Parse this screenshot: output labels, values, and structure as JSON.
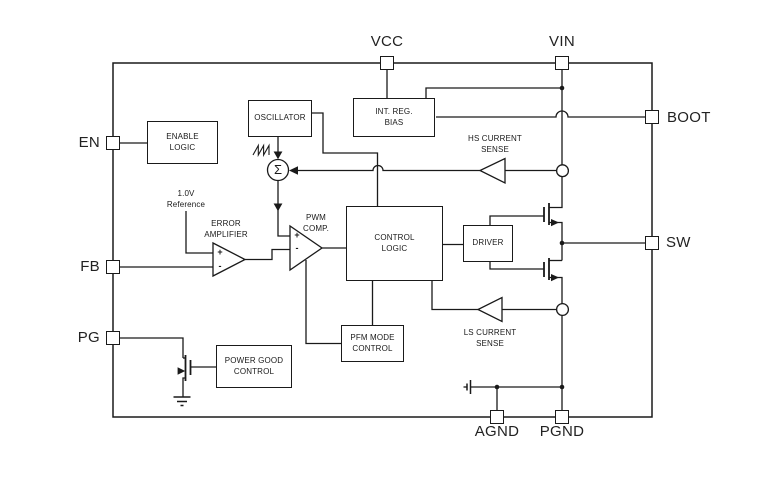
{
  "colors": {
    "line": "#1a1a1a",
    "background": "#ffffff"
  },
  "pins": {
    "en": "EN",
    "fb": "FB",
    "pg": "PG",
    "vcc": "VCC",
    "vin": "VIN",
    "boot": "BOOT",
    "sw": "SW",
    "agnd": "AGND",
    "pgnd": "PGND"
  },
  "blocks": {
    "enable_logic": "ENABLE\nLOGIC",
    "oscillator": "OSCILLATOR",
    "int_reg_bias": "INT. REG.\nBIAS",
    "control_logic": "CONTROL\nLOGIC",
    "driver": "DRIVER",
    "pfm_mode_control": "PFM MODE\nCONTROL",
    "power_good_control": "POWER GOOD\nCONTROL"
  },
  "labels": {
    "reference": "1.0V\nReference",
    "error_amplifier": "ERROR\nAMPLIFIER",
    "pwm_comparator": "PWM\nCOMP.",
    "hs_current_sense": "HS CURRENT\nSENSE",
    "ls_current_sense": "LS CURRENT\nSENSE",
    "summing_node": "Σ",
    "plus": "+",
    "minus": "-"
  }
}
